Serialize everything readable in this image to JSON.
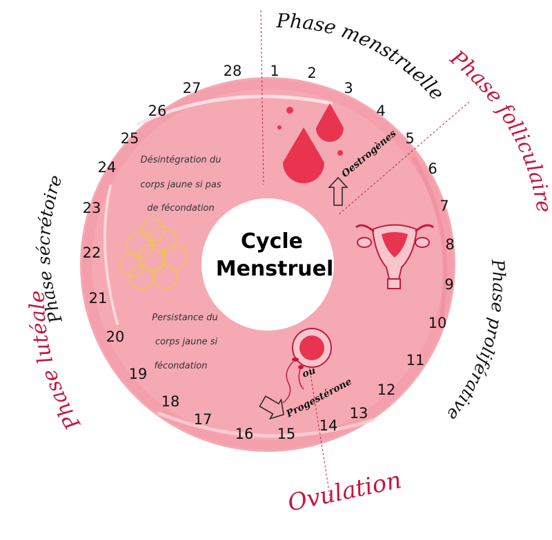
{
  "center": {
    "line1": "Cycle",
    "line2": "Menstruel"
  },
  "days": [
    "1",
    "2",
    "3",
    "4",
    "5",
    "6",
    "7",
    "8",
    "9",
    "10",
    "11",
    "12",
    "13",
    "14",
    "15",
    "16",
    "17",
    "18",
    "19",
    "20",
    "21",
    "22",
    "23",
    "24",
    "25",
    "26",
    "27",
    "28"
  ],
  "phases": {
    "menstruelle": "Phase menstruelle",
    "folliculaire": "Phase folliculaire",
    "proliferative": "Phase proliférative",
    "luteale": "Phase lutéale",
    "secretoire": "Phase sécrétoire",
    "ovulation": "Ovulation"
  },
  "hormones": {
    "oestrogenes": "Oestrogènes",
    "progesterone": "Progestérone",
    "ou": "ou"
  },
  "notes": {
    "desintegration": [
      "Désintégration du",
      "corps jaune si pas",
      "de fécondation"
    ],
    "persistance": [
      "Persistance du",
      "corps jaune si",
      "fécondation"
    ]
  },
  "colors": {
    "ring": "#f5a9b3",
    "ring_light": "#fbd2d8",
    "accent": "#c5173f",
    "blood": "#e8344f",
    "corpus": "#f0c64a"
  }
}
